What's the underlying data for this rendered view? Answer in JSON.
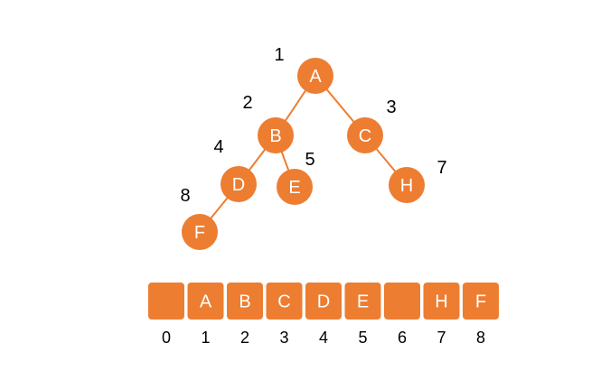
{
  "tree": {
    "color": "#ED7D31",
    "nodes": [
      {
        "letter": "A",
        "index": "1"
      },
      {
        "letter": "B",
        "index": "2"
      },
      {
        "letter": "C",
        "index": "3"
      },
      {
        "letter": "D",
        "index": "4"
      },
      {
        "letter": "E",
        "index": "5"
      },
      {
        "letter": "H",
        "index": "7"
      },
      {
        "letter": "F",
        "index": "8"
      }
    ],
    "edges": [
      [
        "A",
        "B"
      ],
      [
        "A",
        "C"
      ],
      [
        "B",
        "D"
      ],
      [
        "B",
        "E"
      ],
      [
        "C",
        "H"
      ],
      [
        "D",
        "F"
      ]
    ]
  },
  "array": {
    "color": "#ED7D31",
    "cells": [
      {
        "index": "0",
        "value": ""
      },
      {
        "index": "1",
        "value": "A"
      },
      {
        "index": "2",
        "value": "B"
      },
      {
        "index": "3",
        "value": "C"
      },
      {
        "index": "4",
        "value": "D"
      },
      {
        "index": "5",
        "value": "E"
      },
      {
        "index": "6",
        "value": ""
      },
      {
        "index": "7",
        "value": "H"
      },
      {
        "index": "8",
        "value": "F"
      }
    ]
  }
}
